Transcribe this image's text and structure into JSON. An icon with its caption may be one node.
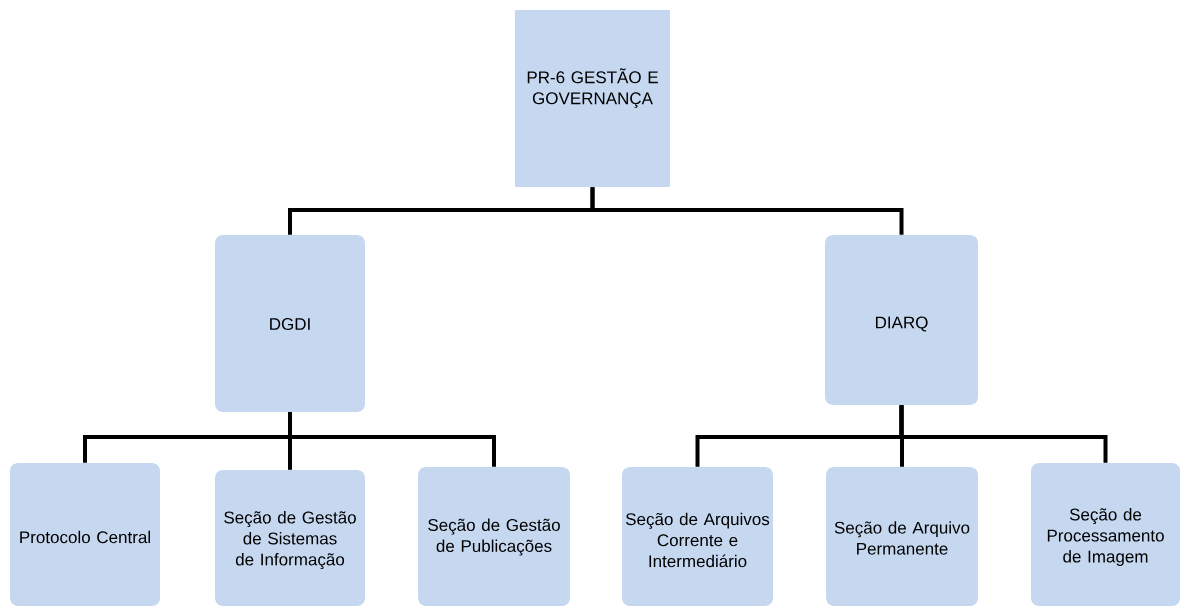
{
  "diagram": {
    "nodes": [
      {
        "text": [
          "PR-6 GESTÃO E GOVERNANÇA"
        ]
      },
      {
        "text": [
          "DGDI"
        ]
      },
      {
        "text": [
          "DIARQ"
        ]
      },
      {
        "text": [
          "Protocolo Central"
        ]
      },
      {
        "text": [
          "Seção de Gestão de Sistemas de Informação"
        ]
      },
      {
        "text": [
          "Seção de Gestão de Publicações"
        ]
      },
      {
        "text": [
          "Seção de Arquivos Corrente e Intermediário"
        ]
      },
      {
        "text": [
          "Seção de Arquivo Permanente"
        ]
      },
      {
        "text": [
          "Seção de Processamento de Imagem"
        ]
      }
    ],
    "edges": [
      {
        "from": 0,
        "to": 1,
        "arrow": "none"
      },
      {
        "from": 0,
        "to": 2,
        "arrow": "none"
      },
      {
        "from": 1,
        "to": 3,
        "arrow": "none"
      },
      {
        "from": 1,
        "to": 4,
        "arrow": "none"
      },
      {
        "from": 1,
        "to": 5,
        "arrow": "none"
      },
      {
        "from": 2,
        "to": 6,
        "arrow": "none"
      },
      {
        "from": 2,
        "to": 7,
        "arrow": "none"
      },
      {
        "from": 2,
        "to": 8,
        "arrow": "none"
      }
    ]
  }
}
